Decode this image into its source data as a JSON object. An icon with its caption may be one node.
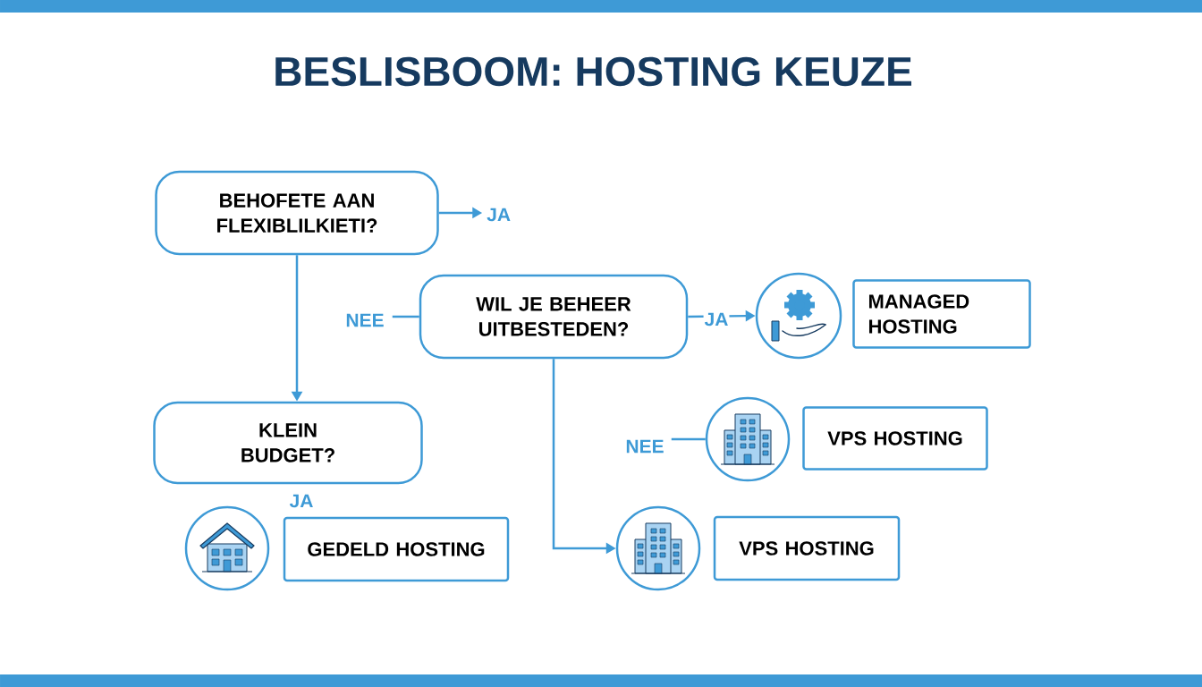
{
  "diagram": {
    "title": "BESLISBOOM: HOSTING KEUZE",
    "nodes": [
      {
        "text": [
          "BEHOFETE AAN FLEXIBLILKIETI?"
        ]
      },
      {
        "text": [
          "WIL JE BEHEER UITBESTEDEN?"
        ]
      },
      {
        "text": [
          "KLEIN BUDGET?"
        ]
      },
      {
        "text": [],
        "shape": "circle"
      },
      {
        "text": [
          "MANAGED HOSTING"
        ]
      },
      {
        "text": [],
        "shape": "circle"
      },
      {
        "text": [
          "VPS HOSTING"
        ]
      },
      {
        "text": [],
        "shape": "circle"
      },
      {
        "text": [
          "GEDELD HOSTING"
        ]
      },
      {
        "text": [],
        "shape": "circle"
      },
      {
        "text": [
          "VPS HOSTING"
        ]
      }
    ],
    "edges": [
      {
        "from": 0,
        "to": 2,
        "arrow": "to"
      },
      {
        "from": 0,
        "to": null,
        "arrow": "to",
        "label": "JA"
      },
      {
        "from": 1,
        "to": null,
        "arrow": "none",
        "label": "NEE"
      },
      {
        "from": 1,
        "to": 3,
        "arrow": "to",
        "label": "JA"
      },
      {
        "from": null,
        "to": 5,
        "arrow": "none",
        "label": "NEE"
      },
      {
        "from": 1,
        "to": 9,
        "arrow": "to"
      }
    ],
    "labels": [
      "JA"
    ]
  }
}
